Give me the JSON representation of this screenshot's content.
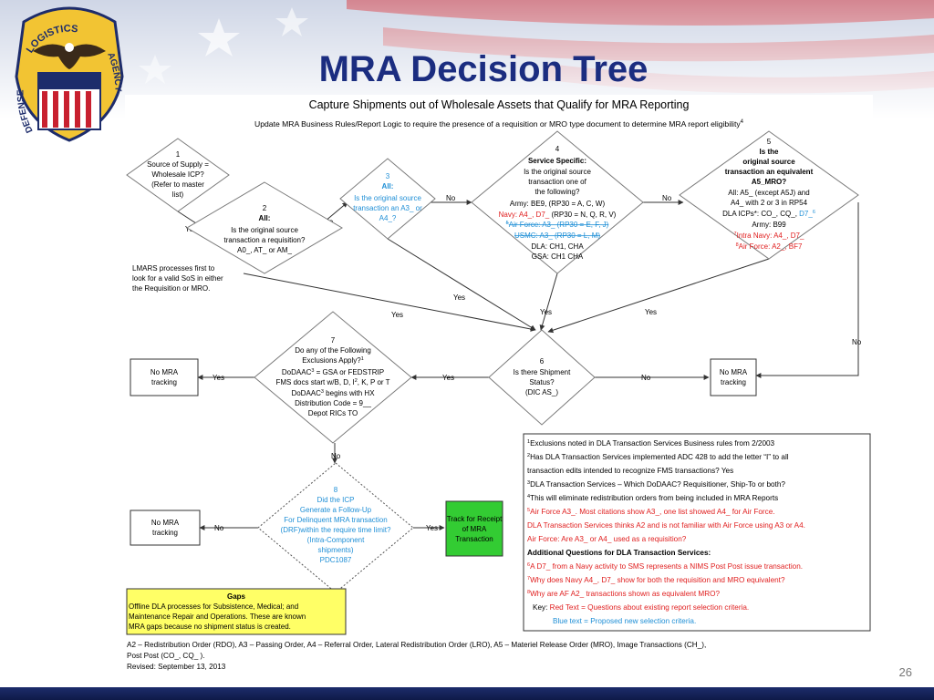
{
  "slide": {
    "title": "MRA Decision Tree",
    "page_number": "26",
    "logo": {
      "text_top": "LOGISTICS",
      "text_left": "DEFENSE",
      "text_right": "AGENCY"
    }
  },
  "diagram": {
    "heading": "Capture Shipments out of Wholesale Assets that Qualify for MRA Reporting",
    "subheading": "Update MRA Business Rules/Report Logic to require the presence of a requisition or MRO type document to determine MRA report eligibility",
    "subheading_sup": "4",
    "colors": {
      "red_text": "#e02020",
      "blue_text": "#1f8fd6",
      "node_border": "#7a7a7a",
      "track_green": "#33cc33",
      "gaps_yellow": "#ffff66"
    },
    "nodes": {
      "n1": {
        "num": "1",
        "lines": [
          "Source of Supply =",
          "Wholesale ICP?",
          "(Refer to master",
          "list)"
        ]
      },
      "n2": {
        "num": "2",
        "heading": "All:",
        "lines": [
          "Is the original  source",
          "transaction a requisition?",
          "A0_, AT_ or AM_"
        ]
      },
      "n3": {
        "num": "3",
        "heading": "All:",
        "lines": [
          "Is the original  source",
          "transaction an A3_ or",
          "A4_?"
        ]
      },
      "n4": {
        "num": "4",
        "heading": "Service Specific:",
        "lines": [
          "Is the original source",
          "transaction one of",
          "the following?",
          "Army: BE9, (RP30 = A, C, W)"
        ],
        "navy_red": "Navy: A4_, D7_",
        "navy_black": " (RP30 = N, Q, R, V)",
        "air_force_sup": "5",
        "air_force": "Air Force: A3_ (RP30 = E, F, J)",
        "usmc": "USMC: A3_ (RP30 = L, M)",
        "dla": "DLA: CH1, CHA",
        "gsa": "GSA: CH1 CHA"
      },
      "n5": {
        "num": "5",
        "heading_lines": [
          "Is the",
          "original source",
          "transaction an equivalent",
          "A5_MRO?"
        ],
        "all_lines": [
          "All: A5_ (except A5J) and",
          "A4_ with 2 or 3 in RP54"
        ],
        "dla_icps": "DLA ICPs*: CO_, CQ_,",
        "dla_icps_blue": " D7_",
        "dla_icps_sup": "6",
        "army": "Army: B99",
        "intra_navy_sup": "7",
        "intra_navy": "Intra Navy: A4_, D7_",
        "air_force_sup": "8",
        "air_force": "Air Force: A2_, BF7"
      },
      "n6": {
        "num": "6",
        "lines": [
          "Is there Shipment",
          "Status?",
          "(DIC AS_)"
        ]
      },
      "n7": {
        "num": "7",
        "lines": [
          "Do any of the Following",
          "Exclusions Apply?",
          "DoDAAC",
          "FMS docs start w/B, D, I",
          "DoDAAC",
          "Distribution Code = 9__",
          "Depot RICs TO"
        ],
        "exclusions_sup": "1",
        "dodaac_rest": " = GSA or FEDSTRIP",
        "dodaac_sup": "3",
        "fms_sup": "2",
        "fms_rest": ", K, P or T",
        "begins": " begins with HX"
      },
      "n8": {
        "num": "8",
        "lines": [
          "Did the ICP",
          "Generate a Follow-Up",
          "For Delinquent MRA transaction",
          "(DRF)within the require time limit?",
          "(Intra-Component",
          "shipments)",
          "PDC1087"
        ]
      }
    },
    "lmars_note": [
      "LMARS processes first to",
      "look for a valid SoS in either",
      "the Requisition or MRO."
    ],
    "no_mra_label": [
      "No MRA",
      "tracking"
    ],
    "track_receipt": [
      "Track for Receipt",
      "of MRA",
      "Transaction"
    ],
    "edge_labels": {
      "yes": "Yes",
      "no": "No"
    },
    "gaps": {
      "title": "Gaps",
      "lines": [
        "Offline DLA processes for Subsistence, Medical; and",
        "Maintenance Repair and Operations.  These are known",
        "MRA gaps because no shipment status is created."
      ]
    },
    "notes": [
      {
        "sup": "1",
        "text": "Exclusions noted in DLA Transaction Services Business rules from 2/2003",
        "color": "black"
      },
      {
        "sup": "2",
        "text": "Has DLA Transaction Services implemented ADC 428 to add the letter “I” to all",
        "color": "black"
      },
      {
        "sup": "",
        "text": "transaction edits intended to recognize FMS transactions?  Yes",
        "color": "black"
      },
      {
        "sup": "3",
        "text": "DLA Transaction Services – Which DoDAAC?  Requisitioner, Ship-To or both?",
        "color": "black"
      },
      {
        "sup": "4",
        "text": "This will eliminate redistribution orders from being included in MRA Reports",
        "color": "black"
      },
      {
        "sup": "5",
        "text": "Air Force A3_.  Most citations show A3_, one list showed A4_ for Air Force.",
        "color": "red"
      },
      {
        "sup": "",
        "text": "DLA Transaction Services  thinks A2 and is not familiar with Air Force using A3 or A4.",
        "color": "red"
      },
      {
        "sup": "",
        "text": "Air Force: Are A3_ or A4_ used as a requisition?",
        "color": "red"
      }
    ],
    "additional_questions_title": "Additional Questions for DLA Transaction Services:",
    "additional_questions": [
      {
        "sup": "6",
        "text": "A D7_ from a Navy activity to SMS represents a NIMS Post Post issue transaction."
      },
      {
        "sup": "7",
        "text": "Why does Navy A4_, D7_ show for both the requisition and MRO equivalent?"
      },
      {
        "sup": "8",
        "text": "Why are AF A2_ transactions shown as equivalent MRO?"
      }
    ],
    "key_label": "Key:",
    "key_red": "Red Text = Questions about existing report selection criteria.",
    "key_blue": "Blue text = Proposed new selection criteria.",
    "footer_lines": [
      "A2 – Redistribution Order (RDO), A3 – Passing Order,  A4 – Referral Order, Lateral Redistribution Order (LRO), A5 – Materiel Release Order (MRO), Image Transactions (CH_),",
      "Post Post  (CO_, CQ_ ).",
      "Revised: September 13, 2013"
    ]
  }
}
